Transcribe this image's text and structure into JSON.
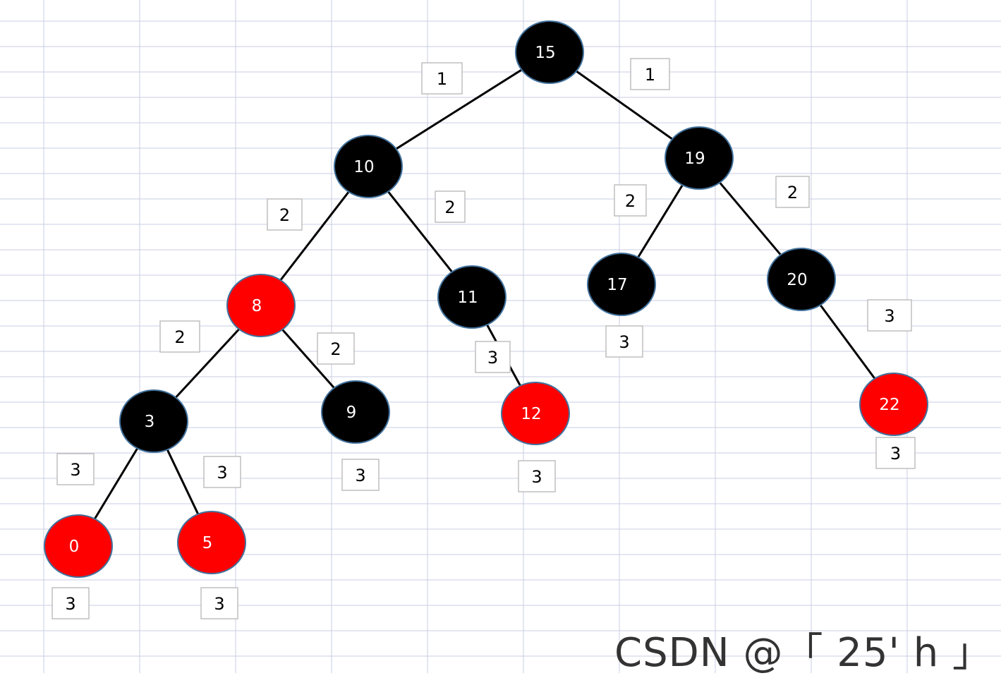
{
  "colors": {
    "black_node": "#000000",
    "red_node": "#ff0000",
    "node_outline": "#41719c",
    "edge": "#000000",
    "node_text": "#ffffff",
    "grid_line": "#c9cde3",
    "label_border": "#bfbfbf"
  },
  "nodes": [
    {
      "id": "n15",
      "value": "15",
      "color": "black"
    },
    {
      "id": "n10",
      "value": "10",
      "color": "black"
    },
    {
      "id": "n19",
      "value": "19",
      "color": "black"
    },
    {
      "id": "n8",
      "value": "8",
      "color": "red"
    },
    {
      "id": "n11",
      "value": "11",
      "color": "black"
    },
    {
      "id": "n17",
      "value": "17",
      "color": "black"
    },
    {
      "id": "n20",
      "value": "20",
      "color": "black"
    },
    {
      "id": "n3",
      "value": "3",
      "color": "black"
    },
    {
      "id": "n9",
      "value": "9",
      "color": "black"
    },
    {
      "id": "n12",
      "value": "12",
      "color": "red"
    },
    {
      "id": "n22",
      "value": "22",
      "color": "red"
    },
    {
      "id": "n0",
      "value": "0",
      "color": "red"
    },
    {
      "id": "n5",
      "value": "5",
      "color": "red"
    }
  ],
  "edges": [
    {
      "from": "n15",
      "to": "n10"
    },
    {
      "from": "n15",
      "to": "n19"
    },
    {
      "from": "n10",
      "to": "n8"
    },
    {
      "from": "n10",
      "to": "n11"
    },
    {
      "from": "n19",
      "to": "n17"
    },
    {
      "from": "n19",
      "to": "n20"
    },
    {
      "from": "n8",
      "to": "n3"
    },
    {
      "from": "n8",
      "to": "n9"
    },
    {
      "from": "n11",
      "to": "n12"
    },
    {
      "from": "n20",
      "to": "n22"
    },
    {
      "from": "n3",
      "to": "n0"
    },
    {
      "from": "n3",
      "to": "n5"
    }
  ],
  "labels": [
    {
      "id": "l-15-10",
      "text": "1"
    },
    {
      "id": "l-15-19",
      "text": "1"
    },
    {
      "id": "l-10-8",
      "text": "2"
    },
    {
      "id": "l-10-11",
      "text": "2"
    },
    {
      "id": "l-19-17",
      "text": "2"
    },
    {
      "id": "l-19-20",
      "text": "2"
    },
    {
      "id": "l-8-3",
      "text": "2"
    },
    {
      "id": "l-8-9",
      "text": "2"
    },
    {
      "id": "l-11-12",
      "text": "3"
    },
    {
      "id": "l-20-22",
      "text": "3"
    },
    {
      "id": "l-3-0",
      "text": "3"
    },
    {
      "id": "l-3-5",
      "text": "3"
    },
    {
      "id": "l-17",
      "text": "3"
    },
    {
      "id": "l-9",
      "text": "3"
    },
    {
      "id": "l-12",
      "text": "3"
    },
    {
      "id": "l-22",
      "text": "3"
    },
    {
      "id": "l-0",
      "text": "3"
    },
    {
      "id": "l-5",
      "text": "3"
    }
  ],
  "watermark": "CSDN @「 25' h 」"
}
